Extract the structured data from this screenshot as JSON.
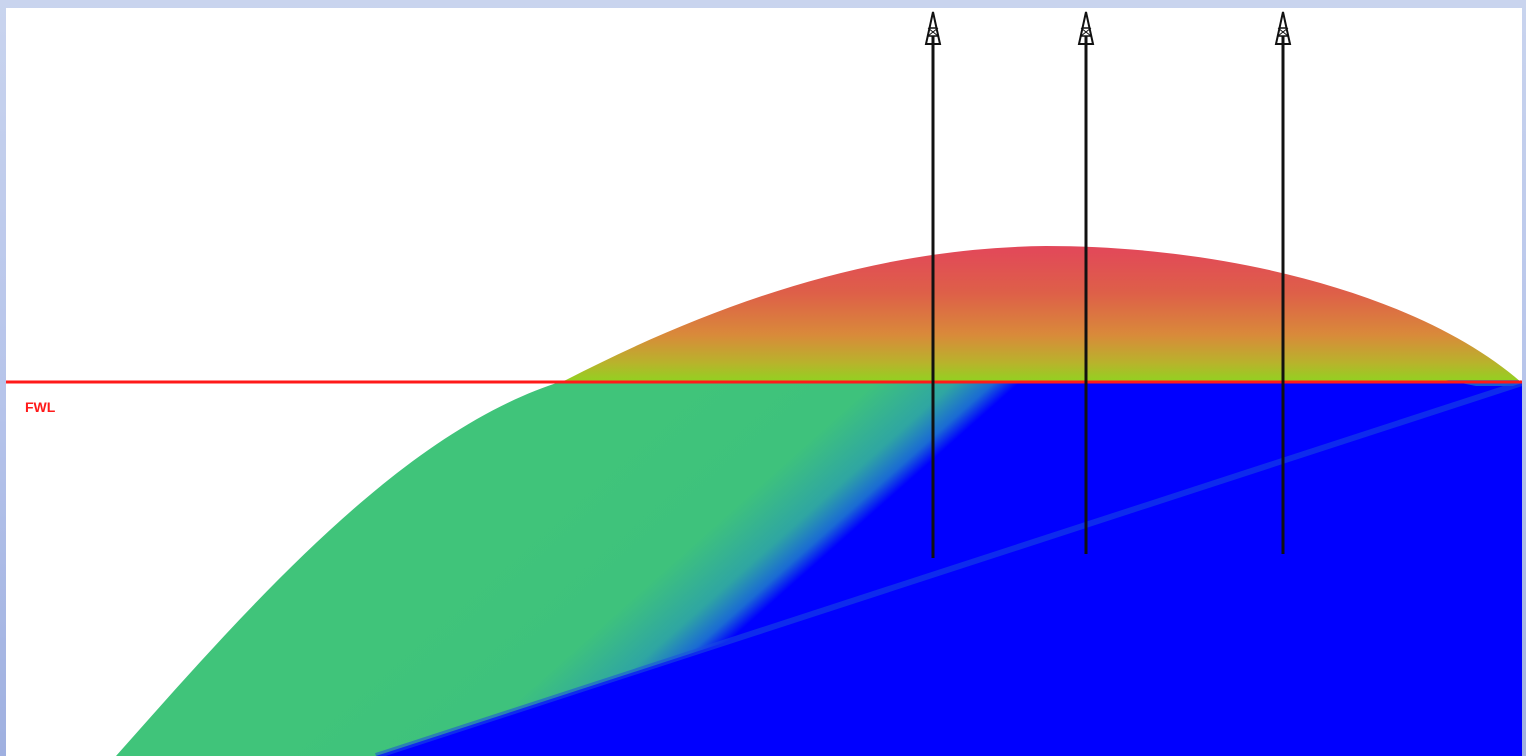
{
  "fwl": {
    "label": "FWL",
    "color": "#ff1a1a"
  },
  "colors": {
    "water_zone": "#0000ff",
    "transition_green": "#40c47a",
    "gas_top": "#e2475a",
    "gas_mid": "#d98a3a",
    "gas_low": "#9fcf2a",
    "well_line": "#111111"
  },
  "wells": [
    {
      "id": "well-1",
      "icon": "well-derrick-icon"
    },
    {
      "id": "well-2",
      "icon": "well-derrick-icon"
    },
    {
      "id": "well-3",
      "icon": "well-derrick-icon"
    }
  ]
}
